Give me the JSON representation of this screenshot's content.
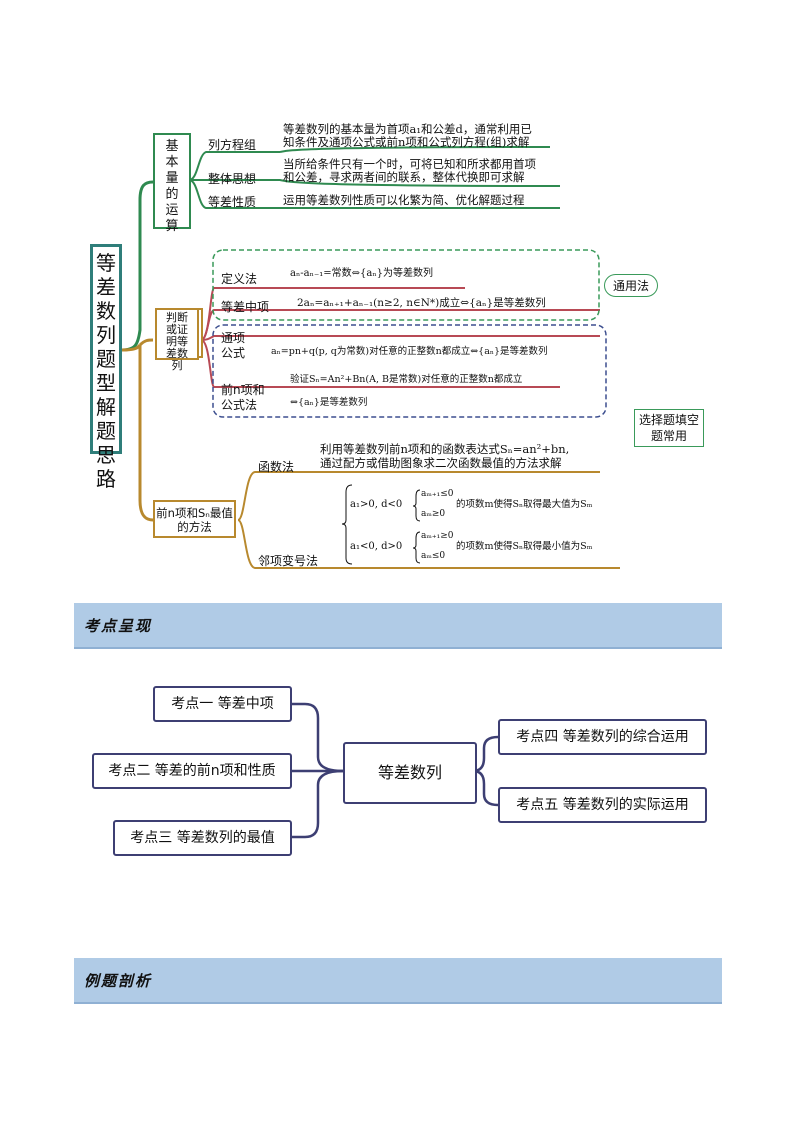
{
  "mindmap": {
    "root": "等差数列题型解题思路",
    "branch1": {
      "title": "基本量的运算",
      "items": [
        {
          "label": "列方程组",
          "text1": "等差数列的基本量为首项a₁和公差d，通常利用已",
          "text2": "知条件及通项公式或前n项和公式列方程(组)求解"
        },
        {
          "label": "整体思想",
          "text1": "当所给条件只有一个时，可将已知和所求都用首项",
          "text2": "和公差，寻求两者间的联系，整体代换即可求解"
        },
        {
          "label": "等差性质",
          "text1": "运用等差数列性质可以化繁为简、优化解题过程",
          "text2": ""
        }
      ]
    },
    "branch2": {
      "title": "判断或证明等差数列",
      "general_tag": "通用法",
      "choice_note": "选择题填空题常用",
      "items": [
        {
          "label": "定义法",
          "text": "aₙ-aₙ₋₁=常数⇔{aₙ}为等差数列"
        },
        {
          "label": "等差中项",
          "text": "2aₙ=aₙ₊₁+aₙ₋₁(n≥2, n∈N*)成立⇔{aₙ}是等差数列"
        },
        {
          "label": "通项公式",
          "text": "aₙ=pn+q(p, q为常数)对任意的正整数n都成立⇔{aₙ}是等差数列"
        },
        {
          "label": "前n项和公式法",
          "text1": "验证Sₙ=An²+Bn(A, B是常数)对任意的正整数n都成立",
          "text2": "⇔{aₙ}是等差数列"
        }
      ]
    },
    "branch3": {
      "title": "前n项和Sₙ最值的方法",
      "items": [
        {
          "label": "函数法",
          "text1": "利用等差数列前n项和的函数表达式Sₙ=an²+bn,",
          "text2": "通过配方或借助图象求二次函数最值的方法求解"
        },
        {
          "label": "邻项变号法",
          "case1": {
            "cond": "a₁>0, d<0",
            "top": "aₘ₊₁≤0",
            "bottom": "aₘ≥0",
            "result": "的项数m使得Sₙ取得最大值为Sₘ"
          },
          "case2": {
            "cond": "a₁<0, d>0",
            "top": "aₘ₊₁≥0",
            "bottom": "aₘ≤0",
            "result": "的项数m使得Sₙ取得最小值为Sₘ"
          }
        }
      ]
    }
  },
  "section1": "考点呈现",
  "kaodian": {
    "center": "等差数列",
    "left": [
      "考点一 等差中项",
      "考点二 等差的前n项和性质",
      "考点三 等差数列的最值"
    ],
    "right": [
      "考点四 等差数列的综合运用",
      "考点五 等差数列的实际运用"
    ]
  },
  "section2": "例题剖析",
  "colors": {
    "trunk": "#b8892e",
    "branch_line": "#2f8a50",
    "root_border": "#2f7e7a",
    "node_border": "#3d3f73",
    "bar": "#b0cbe6"
  }
}
